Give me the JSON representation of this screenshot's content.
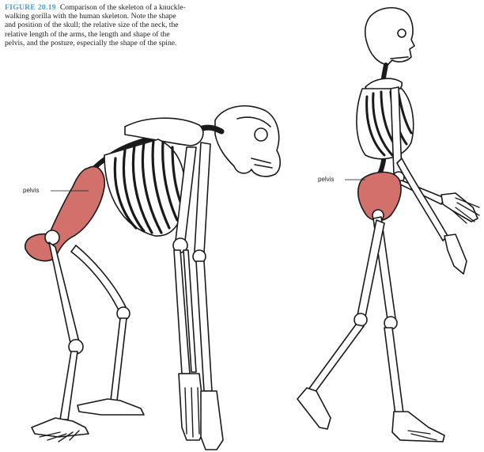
{
  "caption": {
    "figure_label": "FIGURE 20.19",
    "text": "Comparison of the skeleton of a knuckle-walking gorilla with the human skeleton. Note the shape and position of the skull; the relative size of the neck, the relative length of the arms, the length and shape of the pelvis, and the posture, especially the shape of the spine."
  },
  "labels": {
    "gorilla_pelvis": "pelvis",
    "human_pelvis": "pelvis"
  },
  "colors": {
    "pelvis": "#d2706b",
    "bone": "#ffffff",
    "outline": "#1a1a1a",
    "accent": "#3fa0d6"
  }
}
